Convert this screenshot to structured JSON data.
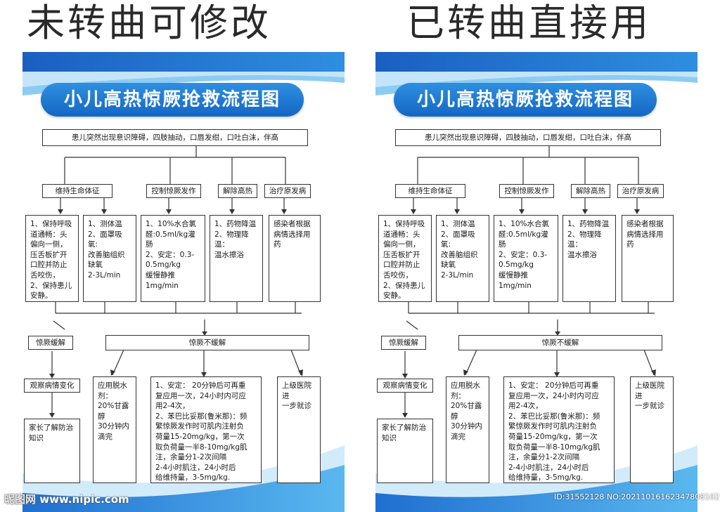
{
  "top": {
    "left_title": "未转曲可修改",
    "right_title": "已转曲直接用"
  },
  "chart": {
    "title": "小儿高热惊厥抢救流程图",
    "start": "患儿突然出现意识障碍，四肢抽动，口唇发绀，口吐白沫，伴高",
    "categories": [
      "维持生命体征",
      "控制惊厥发作",
      "解除高热",
      "治疗原发病"
    ],
    "step_airway": "1、保持呼吸\n道通畅：头\n偏向一侧，\n压舌板扩开\n口腔并防止\n舌咬伤，\n2、保持患儿\n安静。",
    "step_oxygen": "1、测体温\n2、面罩吸氧:\n改善脑组织\n缺氧\n2-3L/min",
    "step_chloral": "1、10%水合氯\n醛:0.5ml/kg灌\n肠\n2、安定：0.3-\n0.5mg/kg\n缓慢静推\n1mg/min",
    "step_cooling": "1、药物降温\n2、物理降温：\n温水擦浴",
    "step_infection": "感染者根据\n病情选择用\n药",
    "relieved": "惊厥缓解",
    "not_relieved": "惊厥不缓解",
    "observe": "观察病情变化",
    "family": "家长了解防治\n知识",
    "mannitol": "应用脱水\n剂：\n20%甘露\n醇\n30分钟内\n滴完",
    "anticonvulsant": "1、安定：  20分钟后可再重\n复应用一次，24小时内可应\n用2-4次，\n2、苯巴比妥那(鲁米那)：频\n繁惊厥发作时可肌内注射负\n荷量15-20mg/kg，第一次\n取负荷量一半8-10mg/kg肌\n注，余量分1-2次间隔\n2-4小时肌注，24小时后\n给维持量，3-5mg/kg.",
    "transfer": "上级医院进\n一步就诊"
  },
  "footer": {
    "site_logo": "昵图网",
    "site_url": "www.nipic.com",
    "image_id": "ID:31552128 NO:20211016162347808102"
  },
  "colors": {
    "header_blue": "#1467c4",
    "panel_blue": "#1f6fd0",
    "light_blue": "#58b4ee"
  }
}
